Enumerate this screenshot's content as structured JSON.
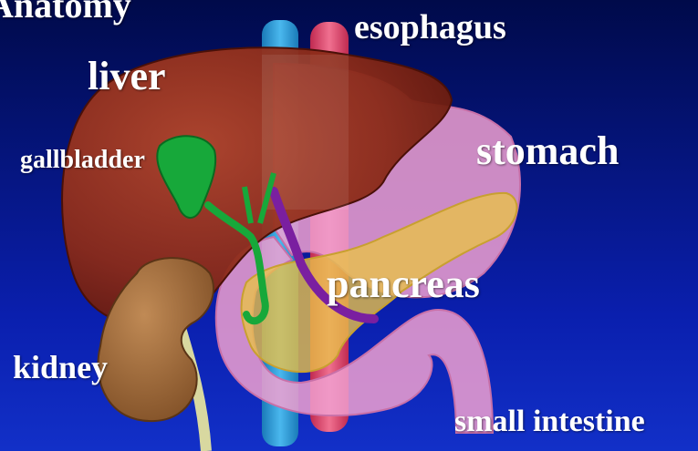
{
  "title": "Anatomy",
  "labels": {
    "liver": "liver",
    "esophagus": "esophagus",
    "stomach": "stomach",
    "gallbladder": "gallbladder",
    "pancreas": "pancreas",
    "kidney": "kidney",
    "small_intestine": "small intestine"
  },
  "colors": {
    "background_top": "#000a4a",
    "background_bottom": "#1230c8",
    "liver": "#8a2a18",
    "gallbladder": "#17a83a",
    "stomach": "#f0a0d0",
    "pancreas": "#e8c04a",
    "kidney": "#9a6a3a",
    "aorta": "#2a9ad8",
    "vena_cava": "#e04a6a",
    "duct": "#7a1fa0"
  }
}
